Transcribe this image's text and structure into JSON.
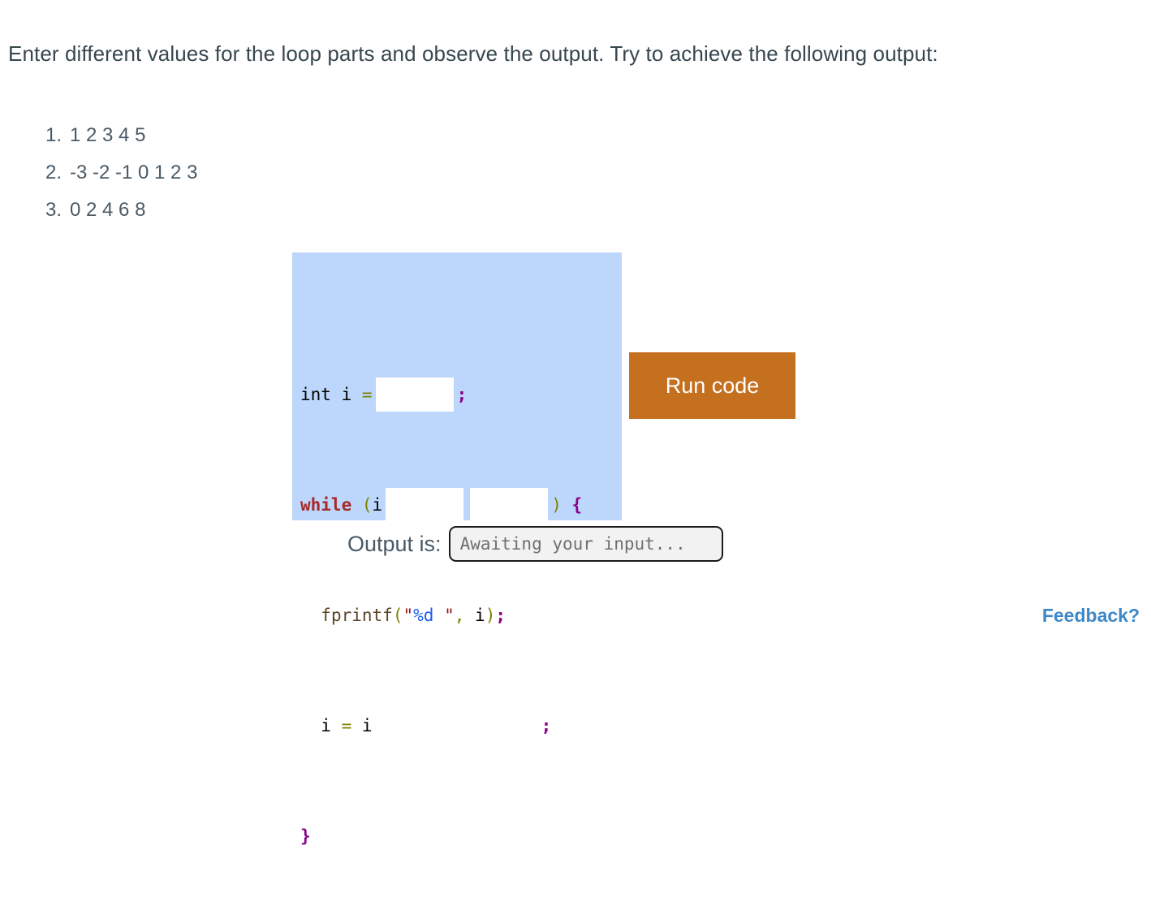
{
  "intro": {
    "text": "Enter different values for the loop parts and observe the output. Try to achieve the following output:"
  },
  "goals": {
    "items": [
      {
        "number": "1.",
        "text": "1 2 3 4 5"
      },
      {
        "number": "2.",
        "text": "-3 -2 -1 0 1 2 3"
      },
      {
        "number": "3.",
        "text": "0 2 4 6 8"
      }
    ]
  },
  "code": {
    "line1": {
      "type_keyword": "int",
      "space1": " ",
      "var": "i",
      "space2": " ",
      "assign": "=",
      "semicolon": ";"
    },
    "line2": {
      "keyword": "while",
      "space": " ",
      "open_paren": "(",
      "var": "i",
      "close_paren": ")",
      "open_brace": "{"
    },
    "line3": {
      "indent": "  ",
      "fn": "fprintf",
      "open_paren": "(",
      "quote_open": "\"",
      "format": "%d ",
      "quote_close": "\"",
      "comma": ",",
      "space": " ",
      "arg": "i",
      "close_paren": ")",
      "semicolon": ";"
    },
    "line4": {
      "indent": "  ",
      "var1": "i",
      "space1": " ",
      "assign": "=",
      "space2": " ",
      "var2": "i",
      "semicolon": ";"
    },
    "line5": {
      "close_brace": "}"
    },
    "blanks": {
      "init_value": "",
      "condition_operator": "",
      "condition_value": "",
      "update_operator": "",
      "update_value": "",
      "placeholder": ""
    }
  },
  "run_button": {
    "label": "Run code"
  },
  "output": {
    "label": "Output is:",
    "value": "Awaiting your input...",
    "placeholder": "Awaiting your input..."
  },
  "feedback": {
    "label": "Feedback?"
  },
  "colors": {
    "code_panel_bg": "#bcd7fb",
    "run_button_bg": "#c4701f",
    "feedback_link": "#3e88c8",
    "text": "#37474f",
    "keyword": "#a52a2a",
    "operator": "#808000",
    "semicolon": "#8b008b",
    "string": "#8b1a1a",
    "format_specifier": "#1a5ced",
    "function": "#5b4427"
  }
}
